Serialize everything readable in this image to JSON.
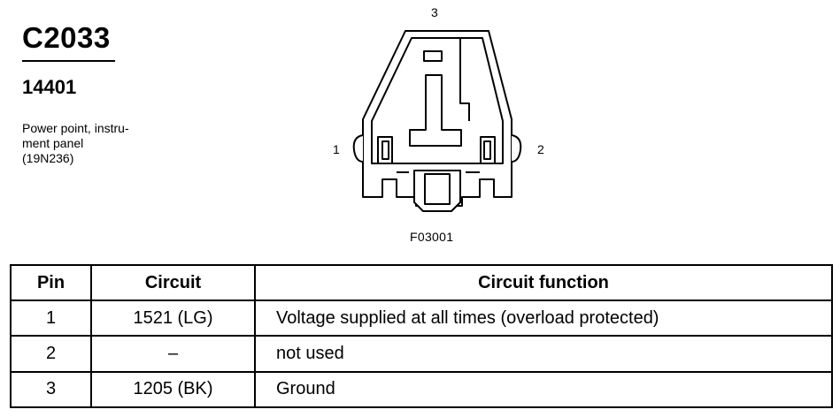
{
  "connector": {
    "id": "C2033",
    "part_number": "14401",
    "description_lines": [
      "Power point, instru-",
      "ment panel",
      "(19N236)"
    ],
    "figure_id": "F03001",
    "pin_labels": {
      "left": "1",
      "right": "2",
      "top": "3"
    }
  },
  "table": {
    "headers": [
      "Pin",
      "Circuit",
      "Circuit function"
    ],
    "rows": [
      {
        "pin": "1",
        "circuit": "1521 (LG)",
        "function": "Voltage supplied at all times (overload protected)"
      },
      {
        "pin": "2",
        "circuit": "–",
        "function": "not used"
      },
      {
        "pin": "3",
        "circuit": "1205 (BK)",
        "function": "Ground"
      }
    ]
  }
}
